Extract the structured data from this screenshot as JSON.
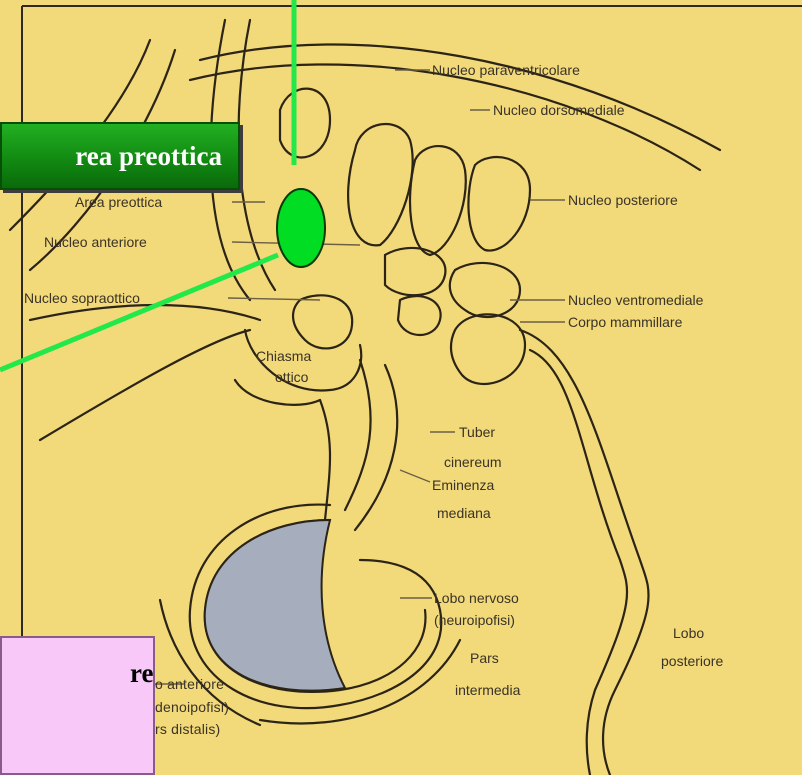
{
  "colors": {
    "background": "#f2d97a",
    "highlight_green": "#00dd22",
    "pointer_green": "#22e84a",
    "gland_gray": "#a6aebd",
    "callout_pink": "#f8c8f8"
  },
  "callouts": {
    "green_label": "rea preottica",
    "pink_label": "re"
  },
  "labels": {
    "nucleo_paraventricolare": "Nucleo paraventricolare",
    "nucleo_dorsomediale": "Nucleo dorsomediale",
    "area_preottica": "Area preottica",
    "nucleo_posteriore": "Nucleo posteriore",
    "nucleo_anteriore": "Nucleo anteriore",
    "nucleo_sopraottico": "Nucleo sopraottico",
    "nucleo_ventromediale": "Nucleo ventromediale",
    "corpo_mammillare": "Corpo mammillare",
    "chiasma": "Chiasma",
    "ottico": "ottico",
    "tuber": "Tuber",
    "cinereum": "cinereum",
    "eminenza": "Eminenza",
    "mediana": "mediana",
    "lobo_nervoso": "Lobo nervoso",
    "neuroipofisi": "(neuroipofisi)",
    "pars": "Pars",
    "intermedia": "intermedia",
    "lobo": "Lobo",
    "posteriore": "posteriore",
    "lobo_anteriore": "o anteriore",
    "adenoipofisi": "denoipofisi)",
    "pars_distalis": "rs distalis)"
  }
}
